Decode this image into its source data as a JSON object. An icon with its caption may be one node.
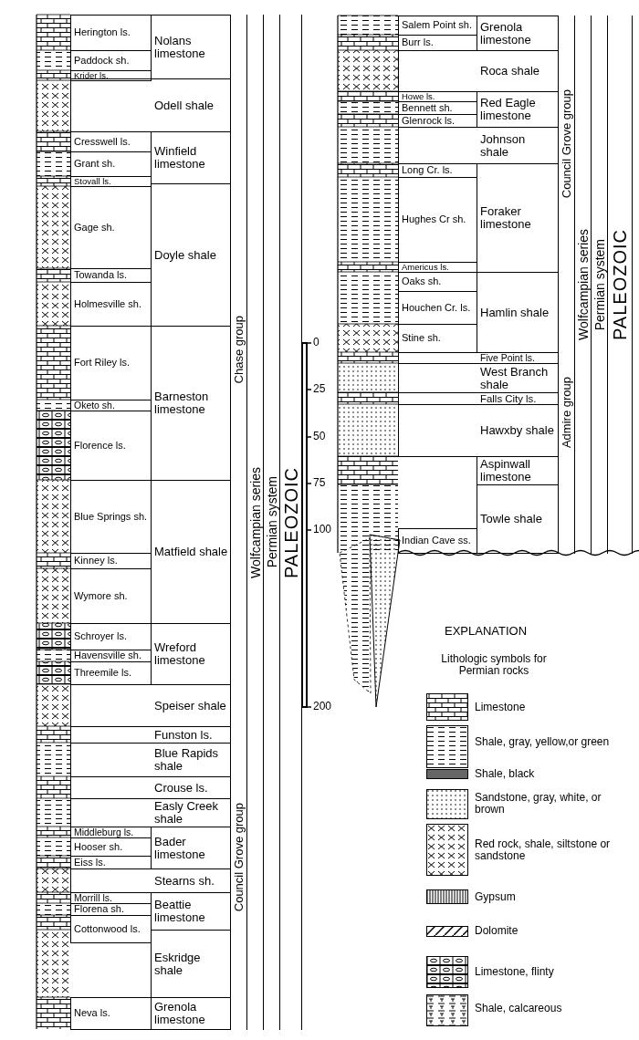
{
  "diagram": {
    "nodes": [
      {
        "text": [
          "Herington ls."
        ]
      },
      {
        "text": [
          "Paddock sh."
        ]
      },
      {
        "text": [
          "Krider ls."
        ]
      },
      {
        "text": [
          "Nolans limestone"
        ]
      },
      {
        "text": [
          "Odell shale"
        ]
      },
      {
        "text": [
          "Cresswell ls."
        ]
      },
      {
        "text": [
          "Grant sh."
        ]
      },
      {
        "text": [
          "Stovall ls."
        ]
      },
      {
        "text": [
          "Winfield limestone"
        ]
      },
      {
        "text": [
          "Gage sh."
        ]
      },
      {
        "text": [
          "Towanda ls."
        ]
      },
      {
        "text": [
          "Holmesville sh."
        ]
      },
      {
        "text": [
          "Doyle shale"
        ]
      },
      {
        "text": [
          "Fort Riley ls."
        ]
      },
      {
        "text": [
          "Oketo sh."
        ]
      },
      {
        "text": [
          "Florence ls."
        ]
      },
      {
        "text": [
          "Barneston limestone"
        ]
      },
      {
        "text": [
          "Blue Springs sh."
        ]
      },
      {
        "text": [
          "Kinney ls."
        ]
      },
      {
        "text": [
          "Wymore sh."
        ]
      },
      {
        "text": [
          "Matfield shale"
        ]
      },
      {
        "text": [
          "Schroyer ls."
        ]
      },
      {
        "text": [
          "Havensville sh."
        ]
      },
      {
        "text": [
          "Threemile ls."
        ]
      },
      {
        "text": [
          "Wreford limestone"
        ]
      },
      {
        "text": [
          "Speiser shale"
        ]
      },
      {
        "text": [
          "Funston ls."
        ]
      },
      {
        "text": [
          "Blue Rapids shale"
        ]
      },
      {
        "text": [
          "Crouse ls."
        ]
      },
      {
        "text": [
          "Easly Creek shale"
        ]
      },
      {
        "text": [
          "Middleburg ls."
        ]
      },
      {
        "text": [
          "Hooser sh."
        ]
      },
      {
        "text": [
          "Eiss ls."
        ]
      },
      {
        "text": [
          "Bader limestone"
        ]
      },
      {
        "text": [
          "Stearns sh."
        ]
      },
      {
        "text": [
          "Morrill ls."
        ]
      },
      {
        "text": [
          "Florena sh."
        ]
      },
      {
        "text": [
          "Cottonwood ls."
        ]
      },
      {
        "text": [
          "Beattie limestone"
        ]
      },
      {
        "text": [
          "Eskridge shale"
        ]
      },
      {
        "text": [
          "Neva ls."
        ]
      },
      {
        "text": [
          "Grenola limestone"
        ]
      },
      {
        "text": [
          "Chase group"
        ]
      },
      {
        "text": [
          "Council Grove group"
        ]
      },
      {
        "text": [
          "Wolfcampian series"
        ]
      },
      {
        "text": [
          "Permian system"
        ]
      },
      {
        "text": [
          "PALEOZOIC"
        ]
      },
      {
        "text": [
          "Salem Point sh."
        ]
      },
      {
        "text": [
          "Burr ls."
        ]
      },
      {
        "text": [
          "Grenola limestone"
        ]
      },
      {
        "text": [
          "Roca shale"
        ]
      },
      {
        "text": [
          "Howe ls."
        ]
      },
      {
        "text": [
          "Bennett sh."
        ]
      },
      {
        "text": [
          "Glenrock ls."
        ]
      },
      {
        "text": [
          "Red Eagle limestone"
        ]
      },
      {
        "text": [
          "Johnson shale"
        ]
      },
      {
        "text": [
          "Long Cr. ls."
        ]
      },
      {
        "text": [
          "Hughes Cr sh."
        ]
      },
      {
        "text": [
          "Americus ls."
        ]
      },
      {
        "text": [
          "Foraker limestone"
        ]
      },
      {
        "text": [
          "Oaks sh."
        ]
      },
      {
        "text": [
          "Houchen Cr. ls."
        ]
      },
      {
        "text": [
          "Stine sh."
        ]
      },
      {
        "text": [
          "Hamlin shale"
        ]
      },
      {
        "text": [
          "Five Point ls."
        ]
      },
      {
        "text": [
          "West Branch shale"
        ]
      },
      {
        "text": [
          "Falls City ls."
        ]
      },
      {
        "text": [
          "Hawxby shale"
        ]
      },
      {
        "text": [
          "Aspinwall limestone"
        ]
      },
      {
        "text": [
          "Towle shale"
        ]
      },
      {
        "text": [
          "Indian Cave ss."
        ]
      },
      {
        "text": [
          "Council Grove group"
        ]
      },
      {
        "text": [
          "Admire group"
        ]
      },
      {
        "text": [
          "Wolfcampian series"
        ]
      },
      {
        "text": [
          "Permian system"
        ]
      },
      {
        "text": [
          "PALEOZOIC"
        ]
      }
    ],
    "labels": [
      "0",
      "25",
      "50",
      "75",
      "100",
      "200",
      "EXPLANATION",
      "Lithologic symbols for Permian rocks"
    ],
    "legend": [
      {
        "text": "Limestone"
      },
      {
        "text": "Shale, gray, yellow,or green"
      },
      {
        "text": "Shale, black"
      },
      {
        "text": "Sandstone, gray, white, or brown"
      },
      {
        "text": "Red rock, shale, siltstone or sandstone"
      },
      {
        "text": "Gypsum"
      },
      {
        "text": "Dolomite"
      },
      {
        "text": "Limestone, flinty"
      },
      {
        "text": "Shale, calcareous"
      }
    ]
  }
}
